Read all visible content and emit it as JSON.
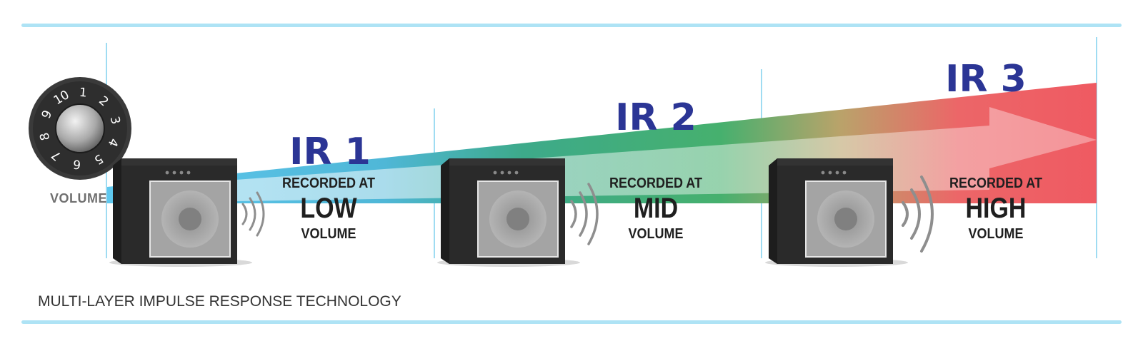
{
  "footer": {
    "caption": "MULTI-LAYER IMPULSE RESPONSE TECHNOLOGY"
  },
  "knob": {
    "label": "VOLUME",
    "numbers": [
      "1",
      "2",
      "3",
      "4",
      "5",
      "6",
      "7",
      "8",
      "9",
      "10"
    ]
  },
  "stages": [
    {
      "title": "IR 1",
      "line1": "RECORDED AT",
      "level": "LOW",
      "line3": "VOLUME"
    },
    {
      "title": "IR 2",
      "line1": "RECORDED AT",
      "level": "MID",
      "line3": "VOLUME"
    },
    {
      "title": "IR 3",
      "line1": "RECORDED AT",
      "level": "HIGH",
      "line3": "VOLUME"
    }
  ],
  "colors": {
    "frame_line": "#aee3f5",
    "divider": "#9fdcf2",
    "low": "#5fc8ef",
    "mid": "#3daa6a",
    "high": "#ef5a62",
    "title": "#2b3595"
  }
}
